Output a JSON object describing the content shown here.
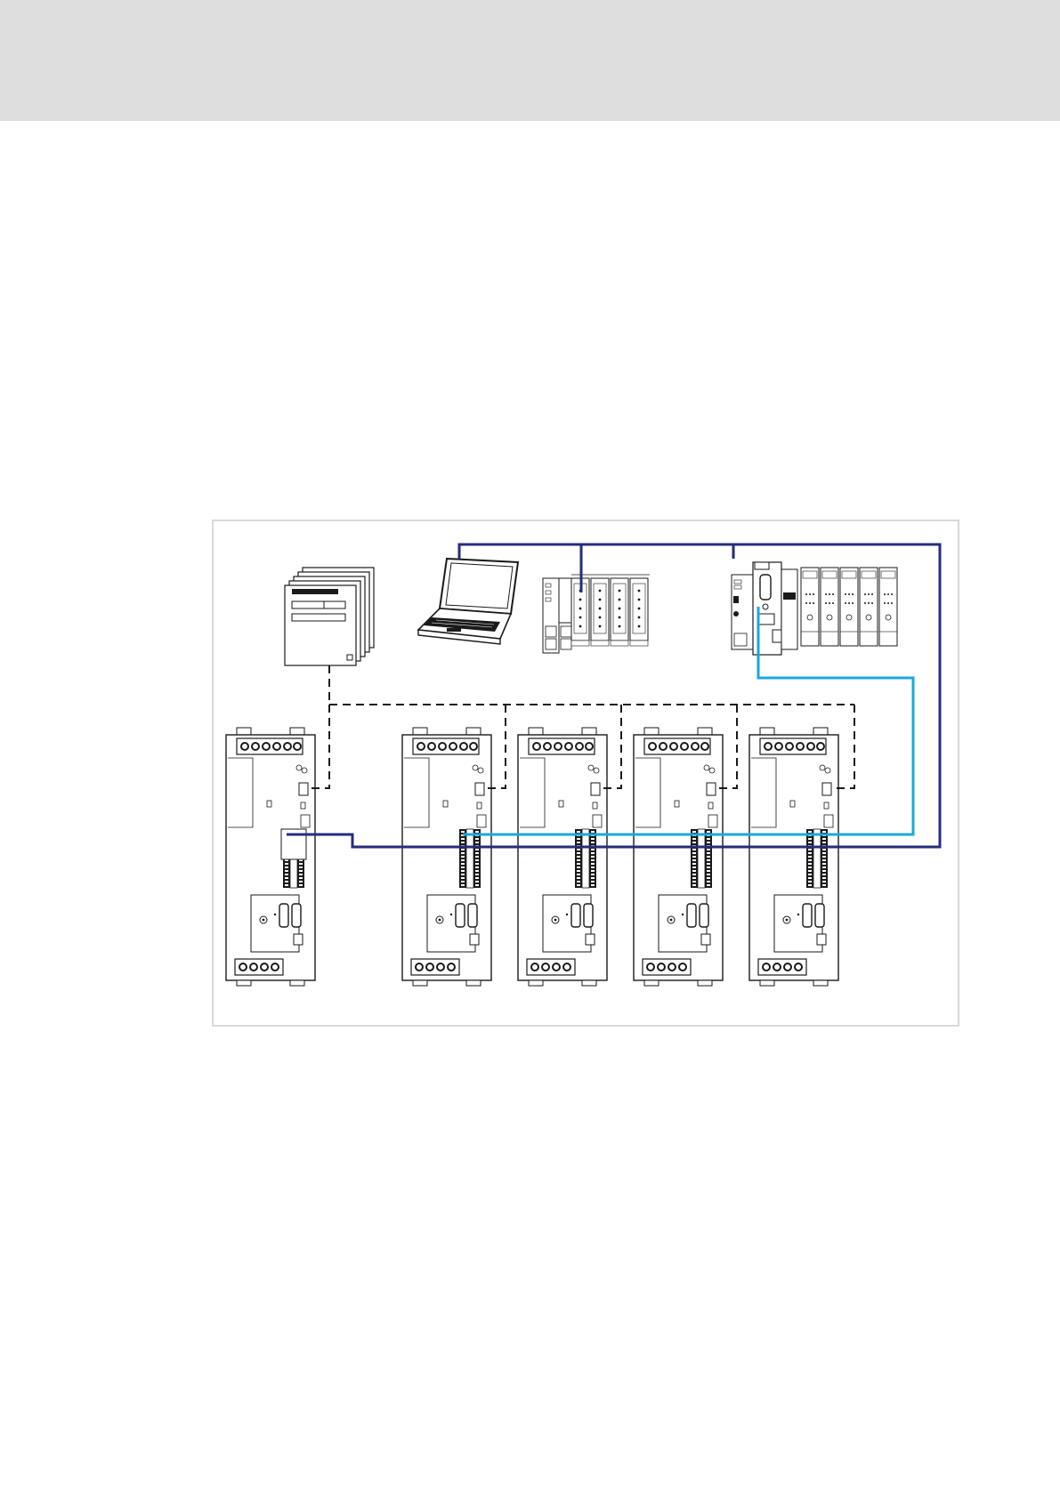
{
  "page": {
    "header_band": "",
    "figure": {
      "description_label": "",
      "colors": {
        "bus_dark": "#262c7d",
        "bus_light": "#1aa7dd",
        "outline": "#1a1a1a",
        "frame": "#d9d9d9",
        "header": "#dedede"
      },
      "devices": {
        "documentation": "document-stack-icon",
        "pc": "laptop-icon",
        "io_module": "io-system-icon",
        "plc": "plc-controller-icon",
        "drives": [
          "drive-1",
          "drive-2",
          "drive-3",
          "drive-4",
          "drive-5"
        ]
      },
      "connections": {
        "diagnostic_bus": "dashed",
        "system_bus_1": "solid-dark-blue",
        "system_bus_2": "solid-light-blue"
      }
    }
  }
}
